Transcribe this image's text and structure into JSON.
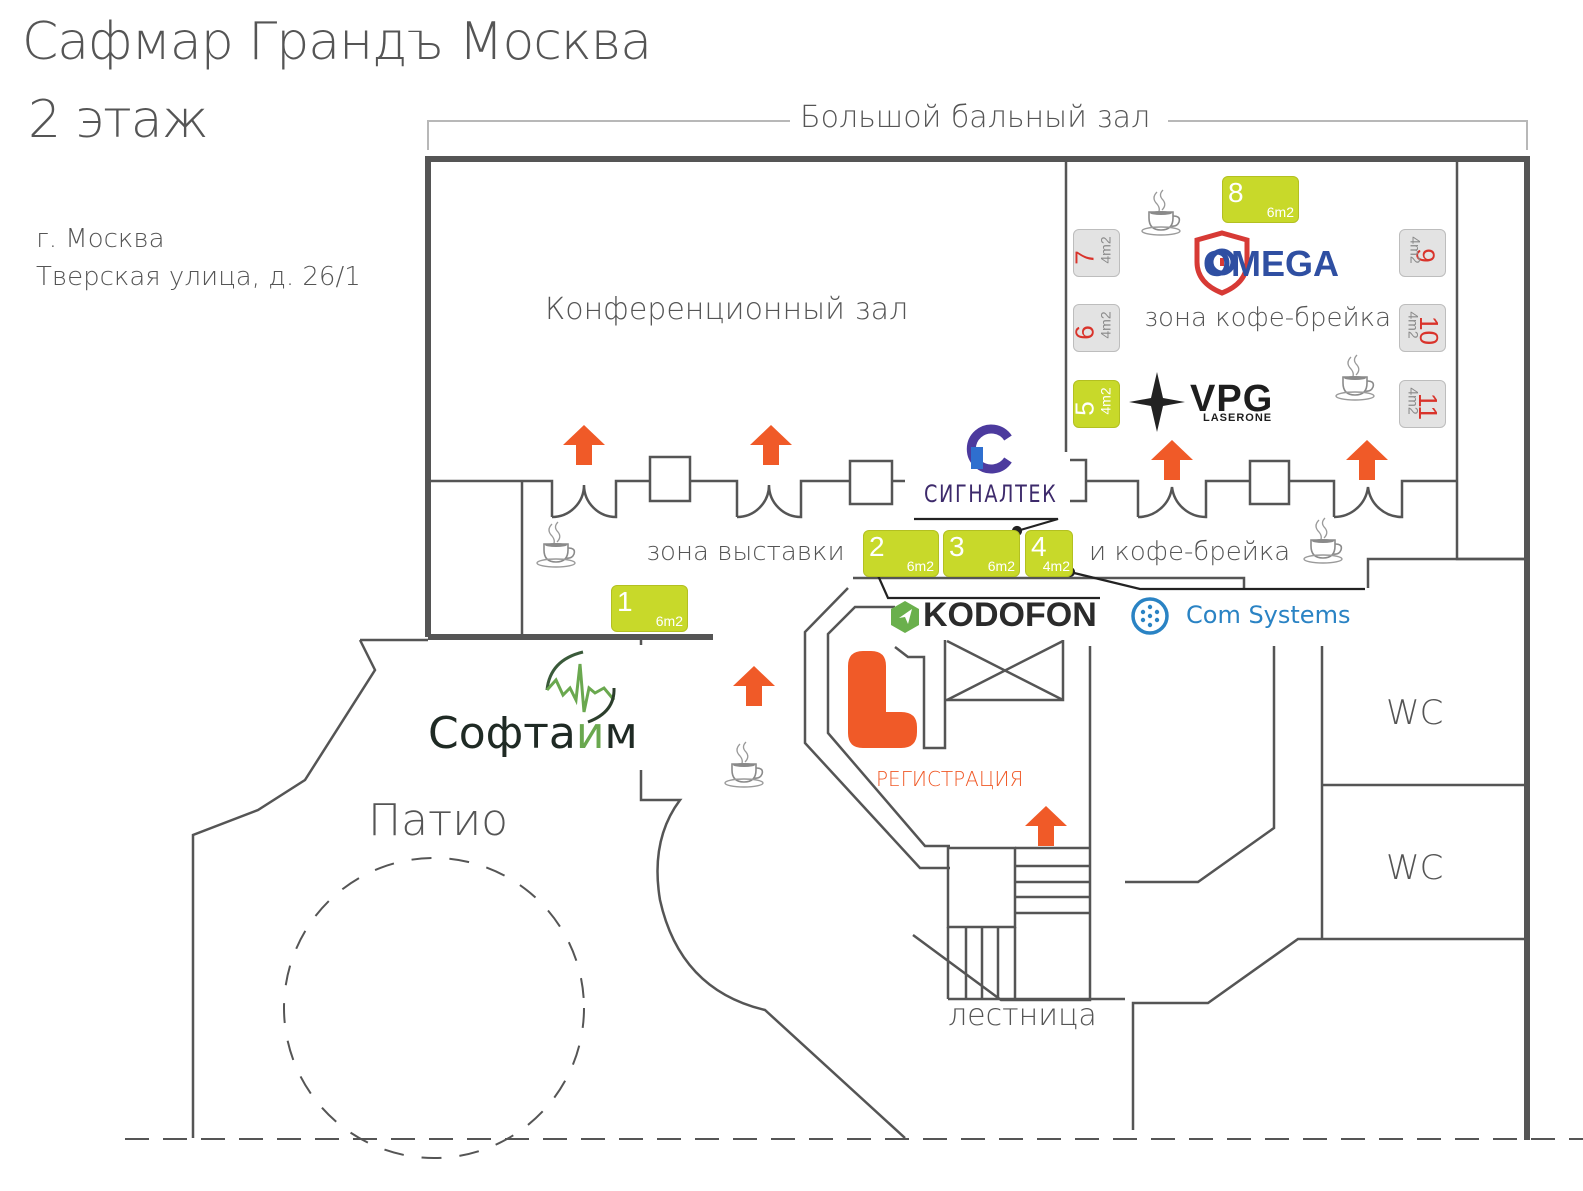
{
  "header": {
    "venue_title": "Сафмар Грандъ Москва",
    "floor_title": "2 этаж",
    "address_city": "г. Москва",
    "address_street": "Тверская улица, д. 26/1"
  },
  "zones": {
    "ballroom": "Большой бальный зал",
    "conference_hall": "Конференционный зал",
    "coffee_break_zone": "зона кофе-брейка",
    "exhibition_zone": "зона выставки",
    "exhibition_zone_cont": "и кофе-брейка",
    "registration": "РЕГИСТРАЦИЯ",
    "patio": "Патио",
    "stairs": "лестница",
    "wc_1": "WC",
    "wc_2": "WC"
  },
  "booths": [
    {
      "number": "1",
      "area": "6m2",
      "status": "taken"
    },
    {
      "number": "2",
      "area": "6m2",
      "status": "taken"
    },
    {
      "number": "3",
      "area": "6m2",
      "status": "taken"
    },
    {
      "number": "4",
      "area": "4m2",
      "status": "taken"
    },
    {
      "number": "5",
      "area": "4m2",
      "status": "taken"
    },
    {
      "number": "6",
      "area": "4m2",
      "status": "free"
    },
    {
      "number": "7",
      "area": "4m2",
      "status": "free"
    },
    {
      "number": "8",
      "area": "6m2",
      "status": "taken"
    },
    {
      "number": "9",
      "area": "4m2",
      "status": "free"
    },
    {
      "number": "10",
      "area": "4m2",
      "status": "free"
    },
    {
      "number": "11",
      "area": "4m2",
      "status": "free"
    }
  ],
  "exhibitors": {
    "omega": {
      "name": "OMEGA",
      "booth": "8"
    },
    "vpg": {
      "name": "VPG",
      "subname": "LASERONE",
      "booth": "5"
    },
    "signaltek": {
      "name": "СИГНАЛТЕК",
      "booth": "3"
    },
    "kodofon": {
      "name": "KODOFON",
      "booth": "2"
    },
    "comsystems": {
      "name": "Com Systems",
      "booth": "4"
    },
    "softime": {
      "name_main": "Софта",
      "name_accent": "и",
      "name_end": "м",
      "booth": "1"
    }
  },
  "colors": {
    "booth_taken": "#c8d92a",
    "booth_free": "#e3e3e3",
    "booth_free_number": "#d9332b",
    "arrow": "#f05a28",
    "wall": "#555555",
    "omega_red": "#d73a35",
    "omega_blue": "#2f4fa2",
    "signaltek_purple": "#3d2a6b",
    "comsystems_blue": "#2a83c4",
    "kodofon_green": "#6ab04c",
    "softime_green": "#6aa84f"
  },
  "icons": {
    "coffee": "coffee-cup-icon",
    "arrow": "arrow-up-icon",
    "registration": "registration-l-icon"
  }
}
